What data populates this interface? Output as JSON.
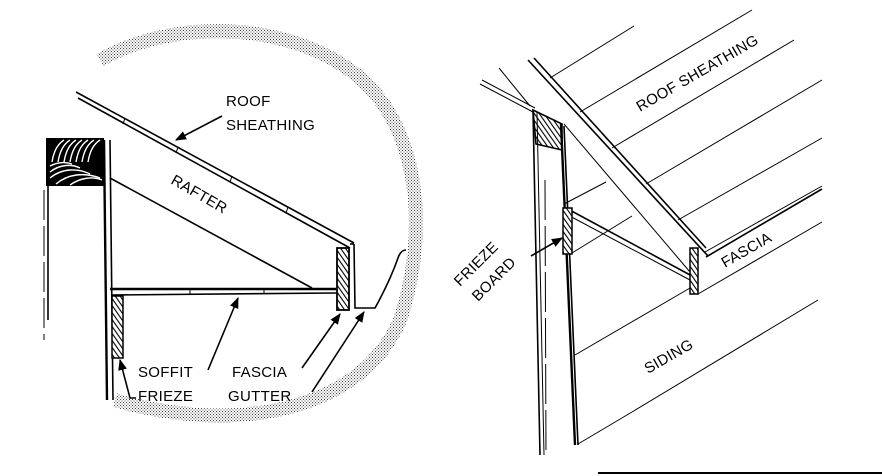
{
  "figure": {
    "description": "Roof eave overhang construction detail",
    "colors": {
      "ink": "#000000",
      "background": "#ffffff",
      "callout_stipple": "#9a9a9a"
    }
  },
  "detail_view": {
    "name": "circular section detail",
    "labels": {
      "roof_sheathing_line1": "ROOF",
      "roof_sheathing_line2": "SHEATHING",
      "rafter": "RAFTER",
      "soffit": "SOFFIT",
      "frieze": "FRIEZE",
      "fascia": "FASCIA",
      "gutter": "GUTTER"
    }
  },
  "perspective_view": {
    "name": "isometric cutaway view",
    "labels": {
      "roof_sheathing": "ROOF SHEATHING",
      "fascia": "FASCIA",
      "frieze_line1": "FRIEZE",
      "frieze_line2": "BOARD",
      "siding": "SIDING"
    }
  }
}
